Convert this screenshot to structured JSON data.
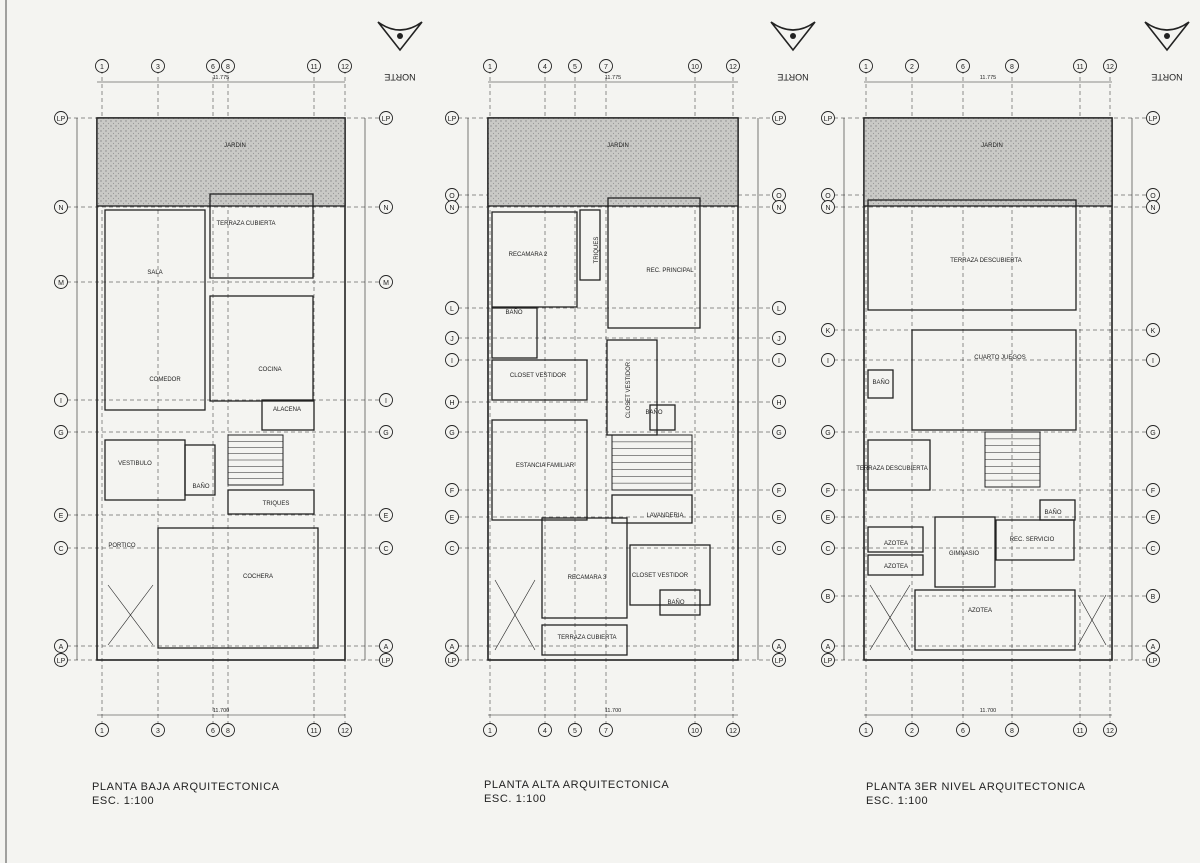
{
  "plans": [
    {
      "title": "PLANTA BAJA ARQUITECTONICA",
      "scale": "ESC. 1:100",
      "north": "NORTE",
      "axes_top": [
        "1",
        "3",
        "6",
        "8",
        "11",
        "12"
      ],
      "axes_side": [
        "LP",
        "N",
        "M",
        "I",
        "G",
        "E",
        "C",
        "A",
        "LP"
      ],
      "rooms": [
        "JARDIN",
        "TERRAZA CUBIERTA",
        "SALA",
        "COCINA",
        "COMEDOR",
        "ALACENA",
        "VESTIBULO",
        "BAÑO",
        "TRIQUES",
        "PORTICO",
        "COCHERA"
      ],
      "dims": [
        "11.775",
        "11.700"
      ]
    },
    {
      "title": "PLANTA ALTA ARQUITECTONICA",
      "scale": "ESC. 1:100",
      "north": "NORTE",
      "axes_top": [
        "1",
        "4",
        "5",
        "7",
        "10",
        "12"
      ],
      "axes_side": [
        "LP",
        "O",
        "N",
        "L",
        "J",
        "I",
        "H",
        "G",
        "F",
        "E",
        "C",
        "A",
        "LP"
      ],
      "rooms": [
        "JARDIN",
        "RECAMARA 2",
        "TRIQUES",
        "REC. PRINCIPAL",
        "BAÑO",
        "CLOSET VESTIDOR",
        "CLOSET VESTIDOR",
        "BAÑO",
        "ESTANCIA FAMILIAR",
        "LAVANDERIA",
        "RECAMARA 3",
        "CLOSET VESTIDOR",
        "BAÑO",
        "TERRAZA CUBIERTA"
      ],
      "dims": [
        "11.775",
        "11.700"
      ]
    },
    {
      "title": "PLANTA 3ER NIVEL ARQUITECTONICA",
      "scale": "ESC. 1:100",
      "north": "NORTE",
      "axes_top": [
        "1",
        "2",
        "6",
        "8",
        "11",
        "12"
      ],
      "axes_side": [
        "LP",
        "O",
        "N",
        "K",
        "I",
        "G",
        "F",
        "E",
        "C",
        "B",
        "A",
        "LP"
      ],
      "rooms": [
        "JARDIN",
        "TERRAZA DESCUBIERTA",
        "CUARTO JUEGOS",
        "BAÑO",
        "TERRAZA DESCUBIERTA",
        "BAÑO",
        "AZOTEA",
        "REC. SERVICIO",
        "GIMNASIO",
        "AZOTEA",
        "AZOTEA"
      ],
      "dims": [
        "11.775",
        "11.700"
      ]
    }
  ]
}
